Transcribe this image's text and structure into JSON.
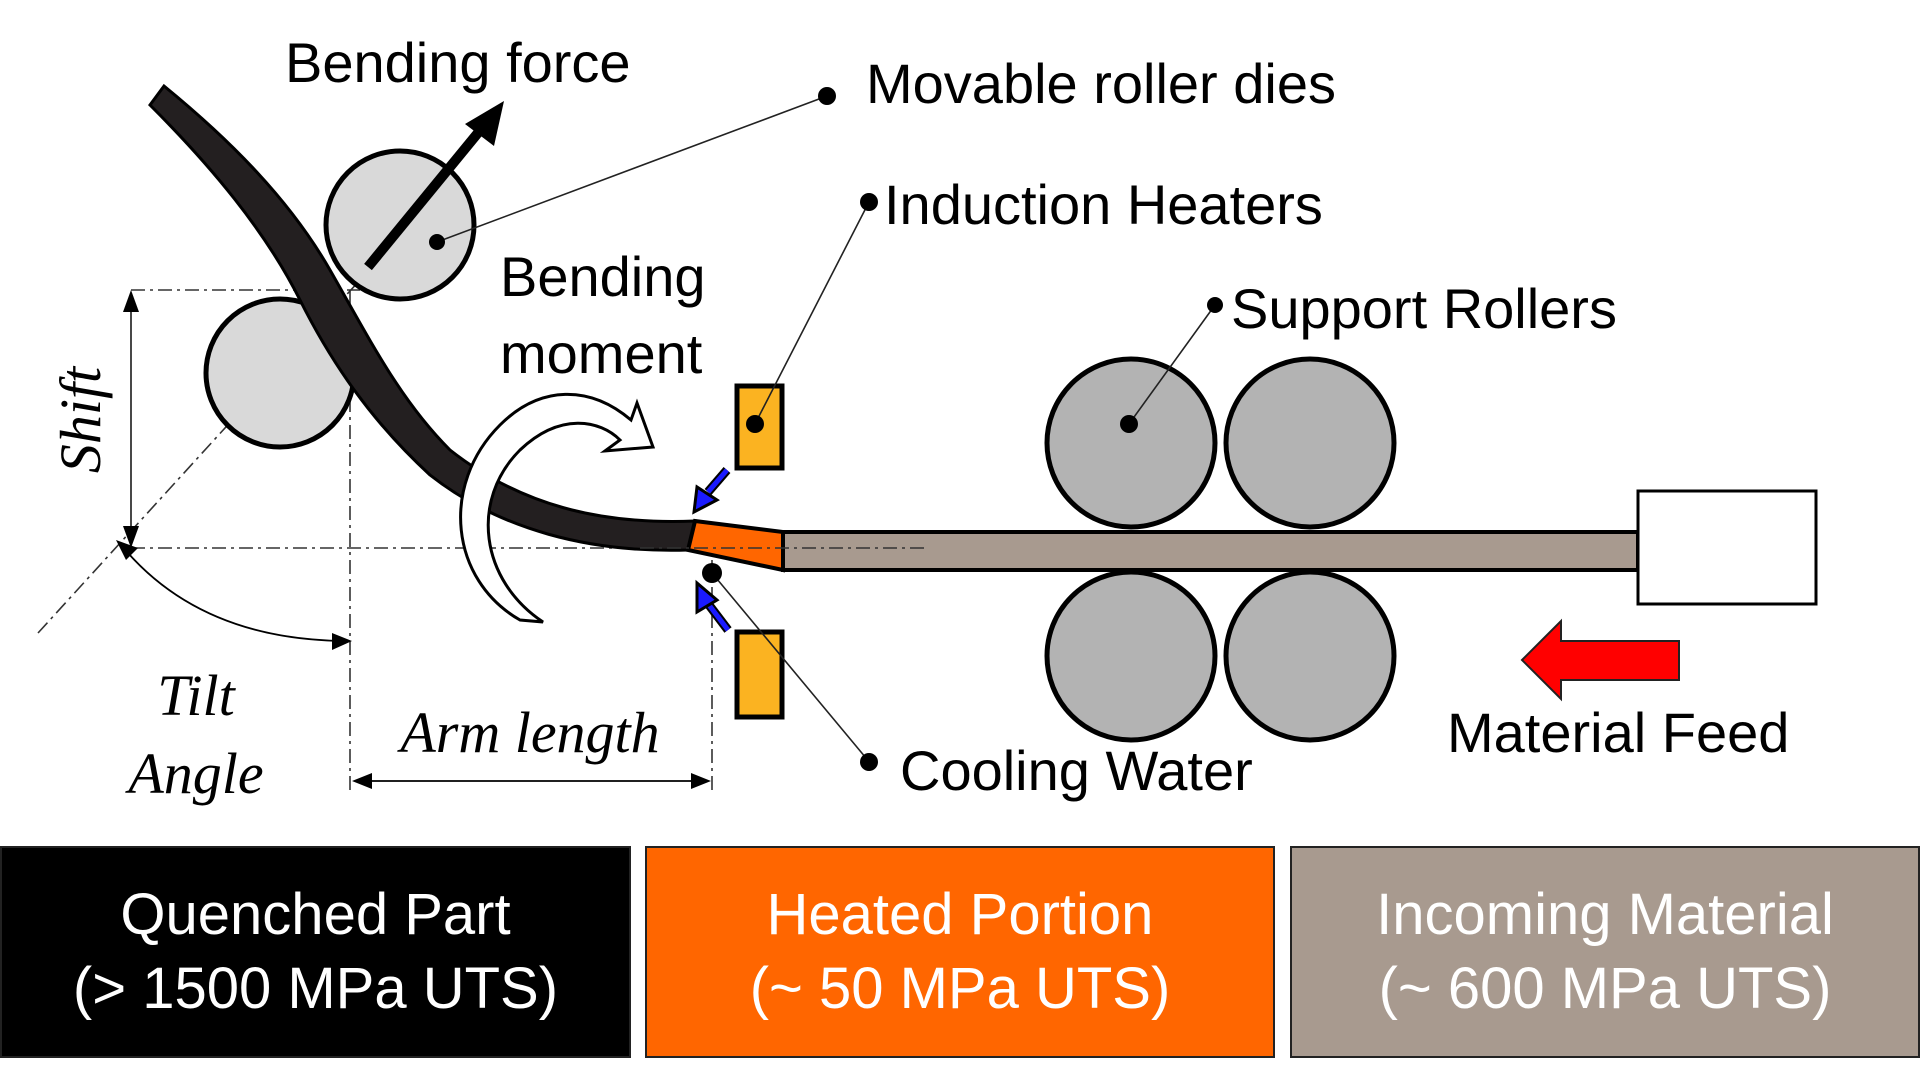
{
  "labels": {
    "bending_force": "Bending force",
    "movable_roller_dies": "Movable roller dies",
    "induction_heaters": "Induction Heaters",
    "bending_moment_line1": "Bending",
    "bending_moment_line2": "moment",
    "support_rollers": "Support Rollers",
    "cooling_water": "Cooling Water",
    "material_feed": "Material Feed"
  },
  "dimensions": {
    "shift": "Shift",
    "tilt_line1": "Tilt",
    "tilt_line2": "Angle",
    "arm_length": "Arm length"
  },
  "legend": [
    {
      "title": "Quenched Part",
      "subtitle": "(> 1500 MPa UTS)",
      "color": "#000000"
    },
    {
      "title": "Heated Portion",
      "subtitle": "(~ 50 MPa UTS)",
      "color": "#ff6600"
    },
    {
      "title": "Incoming Material",
      "subtitle": "(~ 600 MPa UTS)",
      "color": "#a89a8f"
    }
  ],
  "colors": {
    "quenched": "#231f20",
    "heated": "#ff6600",
    "incoming": "#a89a8f",
    "heater": "#fbb321",
    "coolant_arrow": "#1a1aff",
    "feed_arrow": "#ff0000",
    "bending_roller": "#d9d9d9",
    "support_roller": "#b3b3b3"
  }
}
